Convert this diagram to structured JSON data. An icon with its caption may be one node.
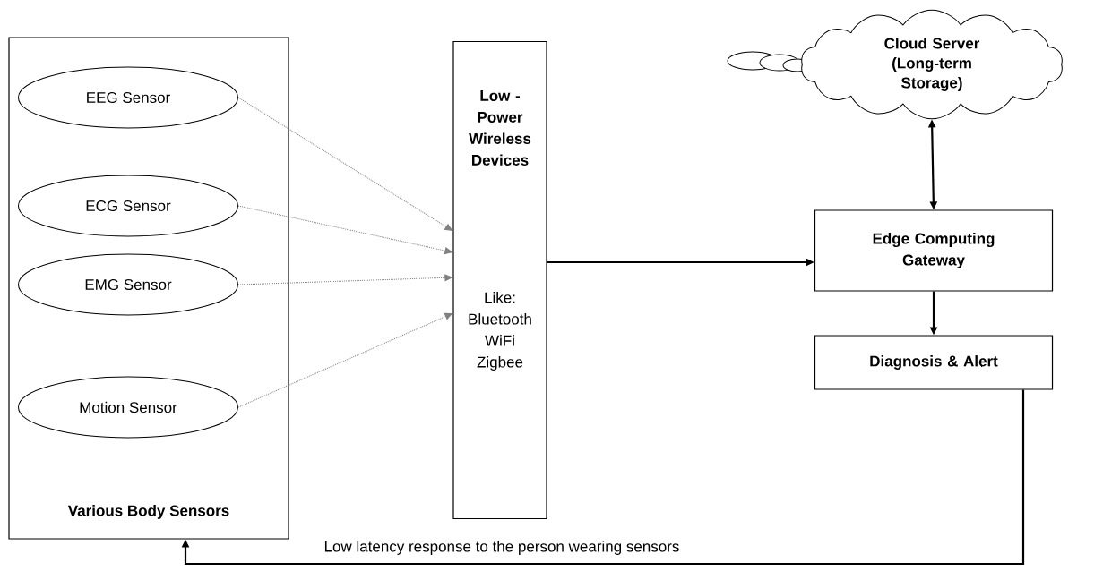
{
  "diagram": {
    "nodes": [
      {
        "text": [
          "Various Body Sensors"
        ]
      },
      {
        "text": [
          "EEG Sensor"
        ],
        "in": 0
      },
      {
        "text": [
          "ECG Sensor"
        ],
        "in": 0
      },
      {
        "text": [
          "EMG Sensor"
        ],
        "in": 0
      },
      {
        "text": [
          "Motion Sensor"
        ],
        "in": 0
      },
      {
        "text": [
          "Low - Power Wireless Devices",
          "Like: Bluetooth WiFi Zigbee"
        ]
      },
      {
        "text": [
          "Cloud Server (Long-term Storage)"
        ]
      },
      {
        "text": [
          "Edge Computing Gateway"
        ]
      },
      {
        "text": [
          "Diagnosis & Alert"
        ]
      }
    ],
    "edges": [
      {
        "from": 1,
        "to": 5,
        "arrow": "to",
        "style": "dashed",
        "color": "#808080"
      },
      {
        "from": 2,
        "to": 5,
        "arrow": "to",
        "style": "dashed",
        "color": "#808080"
      },
      {
        "from": 3,
        "to": 5,
        "arrow": "to",
        "style": "dashed",
        "color": "#808080"
      },
      {
        "from": 4,
        "to": 5,
        "arrow": "to",
        "style": "dashed",
        "color": "#808080"
      },
      {
        "from": 5,
        "to": 7,
        "arrow": "to",
        "color": "#000000"
      },
      {
        "from": 6,
        "to": 7,
        "arrow": "both",
        "color": "#000000"
      },
      {
        "from": 7,
        "to": 8,
        "arrow": "to",
        "color": "#000000"
      },
      {
        "from": 8,
        "to": 0,
        "arrow": "to",
        "color": "#000000",
        "label": "Low latency response to the person wearing sensors"
      }
    ]
  }
}
